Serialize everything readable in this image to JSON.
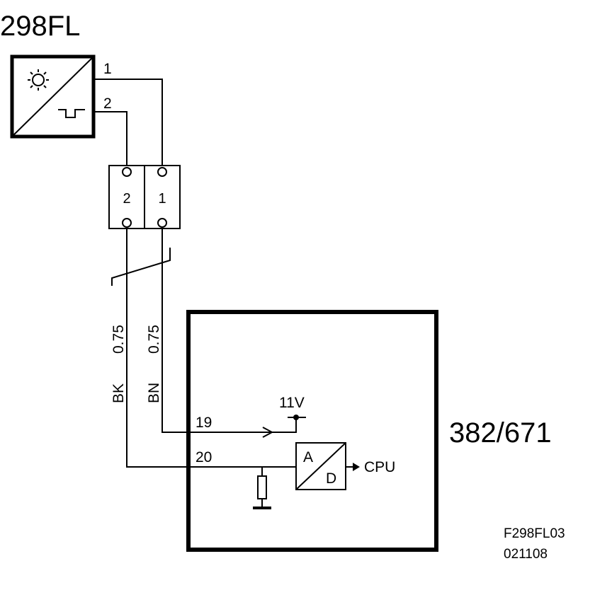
{
  "component_sensor": "298FL",
  "component_ecu": "382/671",
  "sensor_pins": {
    "pin1": "1",
    "pin2": "2"
  },
  "connector_pins": {
    "left": "2",
    "right": "1"
  },
  "wires": [
    {
      "color": "BK",
      "size": "0.75"
    },
    {
      "color": "BN",
      "size": "0.75"
    }
  ],
  "ecu_pins": {
    "pin19": "19",
    "pin20": "20"
  },
  "supply_voltage": "11V",
  "ad_converter": {
    "a": "A",
    "d": "D"
  },
  "output_label": "CPU",
  "drawing_ref": {
    "id": "F298FL03",
    "date": "021108"
  }
}
